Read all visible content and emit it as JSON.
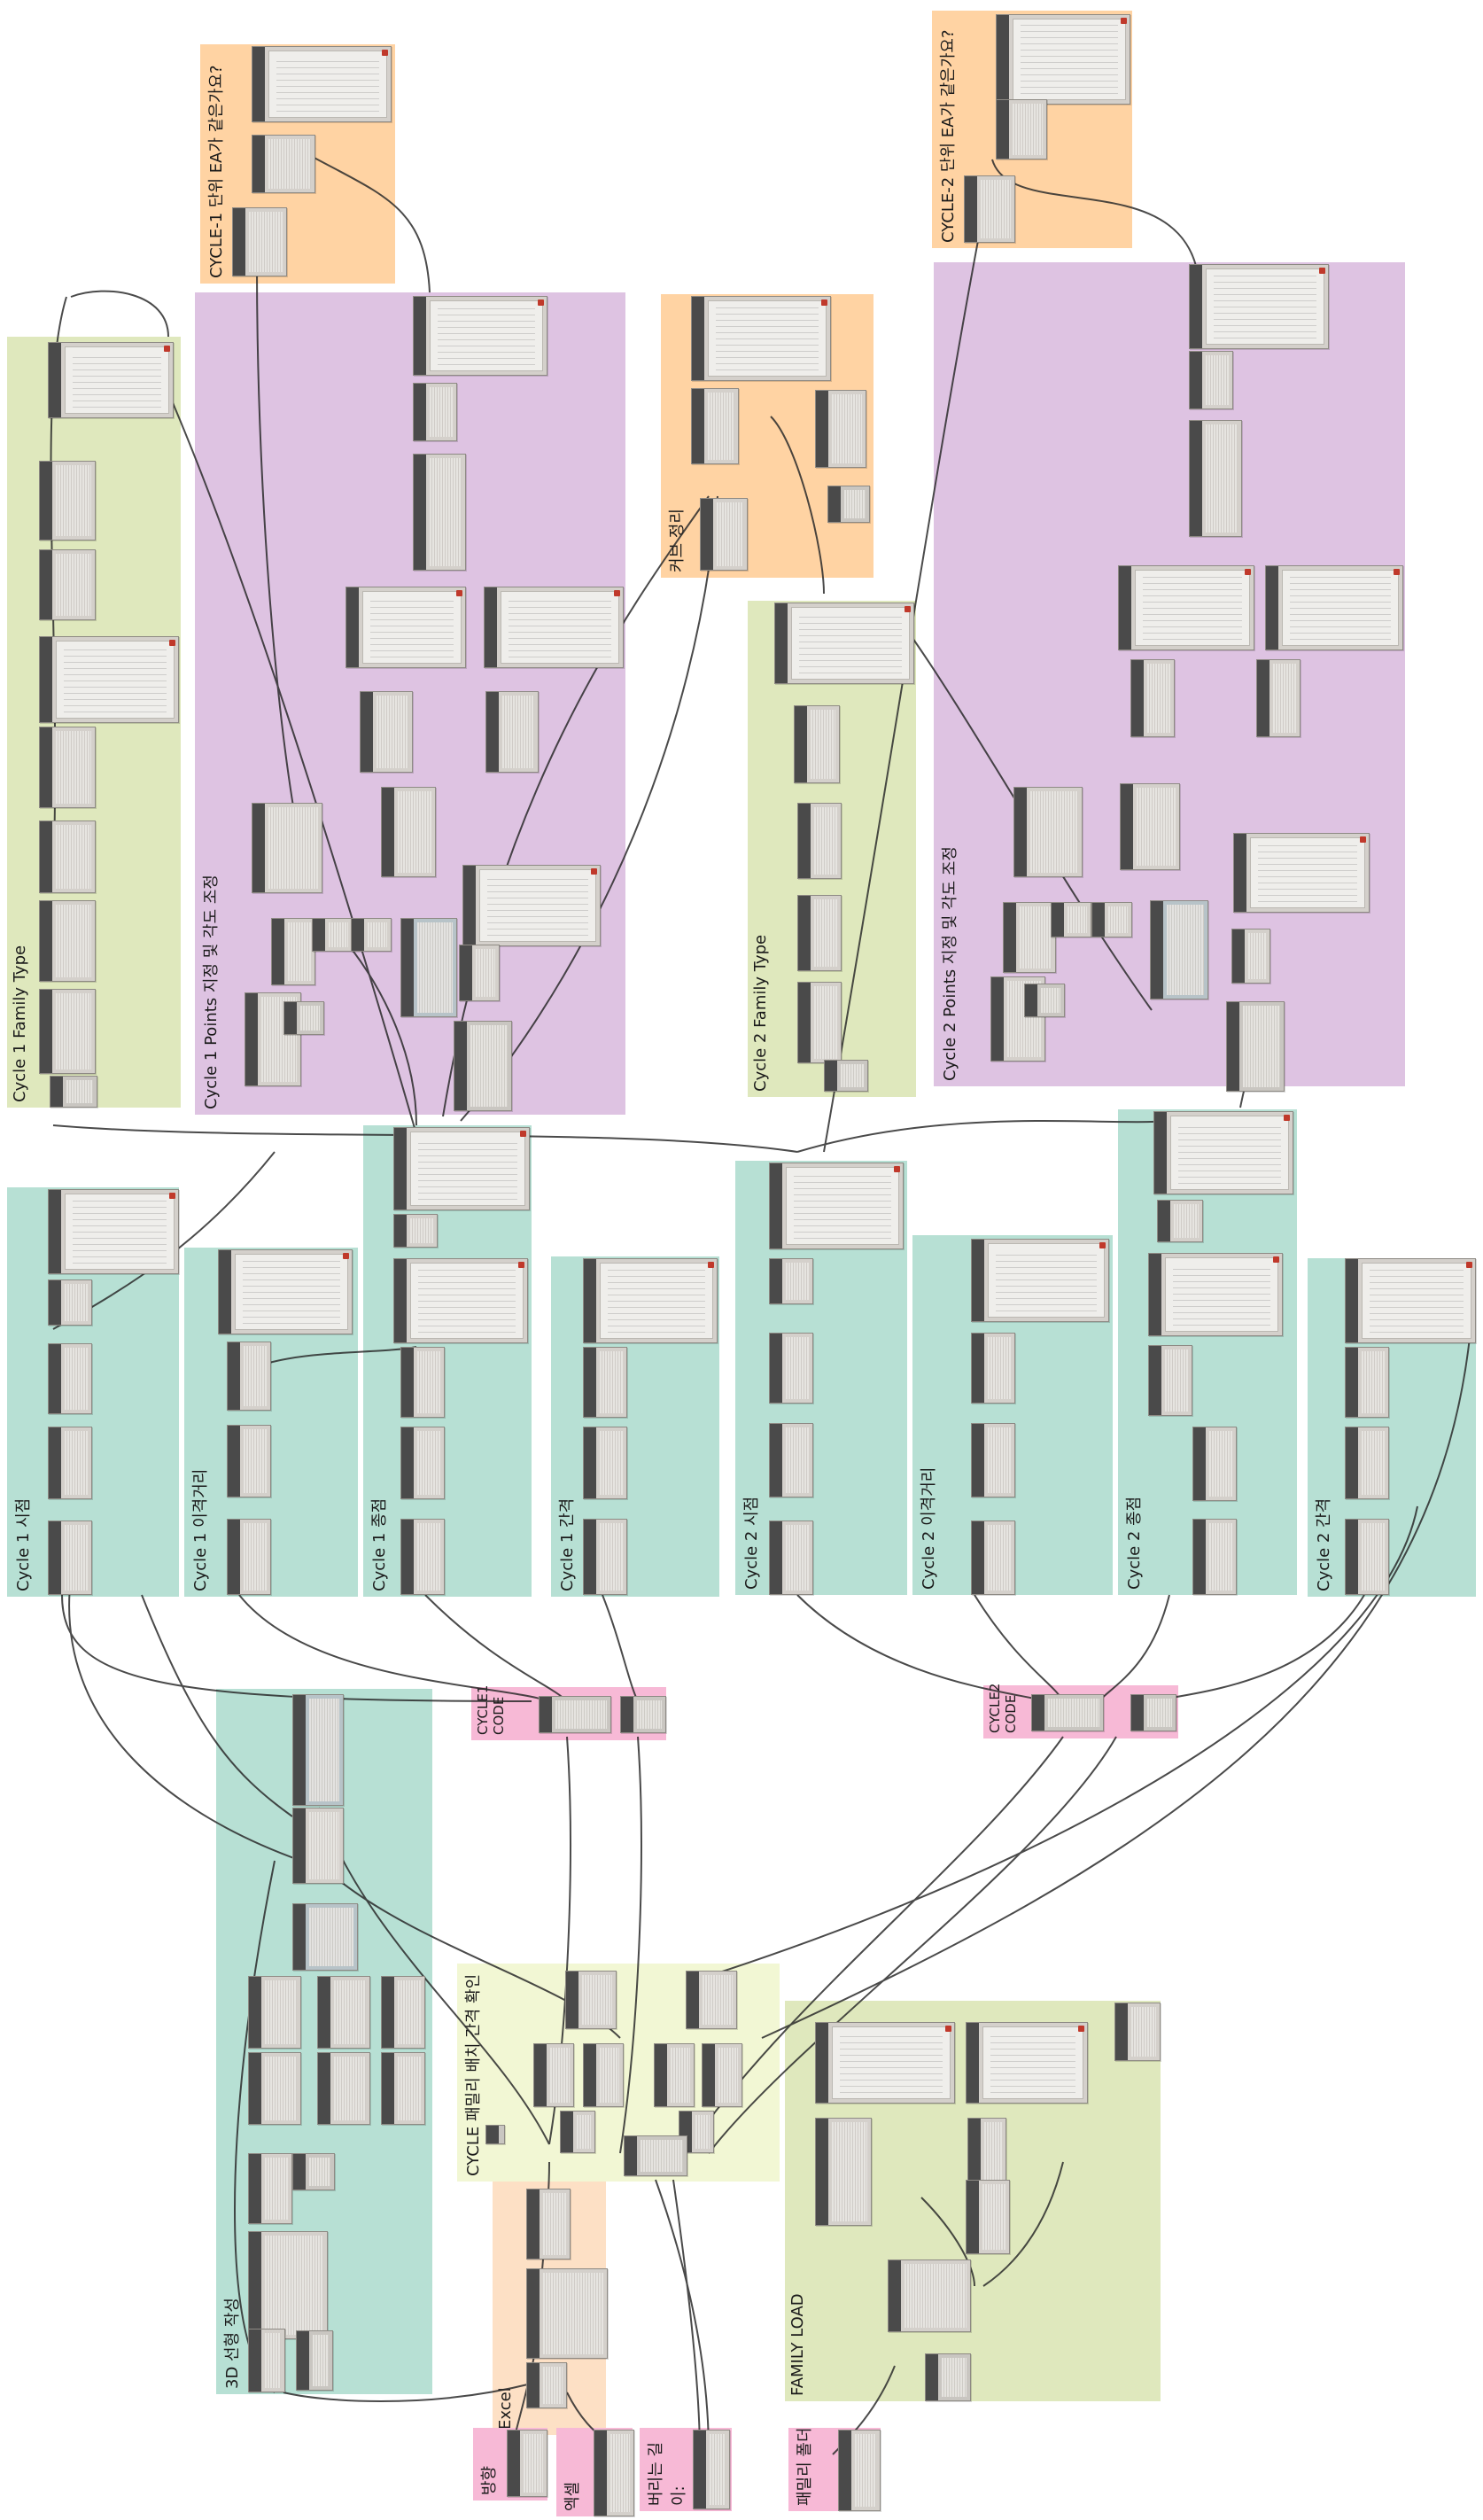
{
  "groups": [
    {
      "id": "cycle1-family-type",
      "label": "Cycle 1 Family Type",
      "color": "green"
    },
    {
      "id": "cycle1-points",
      "label": "Cycle 1 Points 지정 및 각도 조정",
      "color": "purple"
    },
    {
      "id": "cycle1-ea",
      "label": "CYCLE-1 단위 EA가 같은가요?",
      "color": "orange"
    },
    {
      "id": "curve-sort",
      "label": "커브 정리",
      "color": "orange"
    },
    {
      "id": "cycle2-family-type",
      "label": "Cycle 2 Family Type",
      "color": "green"
    },
    {
      "id": "cycle2-ea",
      "label": "CYCLE-2 단위 EA가 같은가요?",
      "color": "orange"
    },
    {
      "id": "cycle2-points",
      "label": "Cycle 2 Points 지정 및 각도 조정",
      "color": "purple"
    },
    {
      "id": "cycle1-start",
      "label": "Cycle 1 시점",
      "color": "teal"
    },
    {
      "id": "cycle1-offset",
      "label": "Cycle 1 이격거리",
      "color": "teal"
    },
    {
      "id": "cycle1-end",
      "label": "Cycle 1 종점",
      "color": "teal"
    },
    {
      "id": "cycle1-gap",
      "label": "Cycle 1 간격",
      "color": "teal"
    },
    {
      "id": "cycle2-start",
      "label": "Cycle 2 시점",
      "color": "teal"
    },
    {
      "id": "cycle2-offset",
      "label": "Cycle 2 이격거리",
      "color": "teal"
    },
    {
      "id": "cycle2-end",
      "label": "Cycle 2 종점",
      "color": "teal"
    },
    {
      "id": "cycle2-gap",
      "label": "Cycle 2 간격",
      "color": "teal"
    },
    {
      "id": "cycle1-code",
      "label": "CYCLE1 CODE",
      "color": "pink"
    },
    {
      "id": "cycle2-code",
      "label": "CYCLE2 CODE",
      "color": "pink"
    },
    {
      "id": "3d-line",
      "label": "3D 선형 작성",
      "color": "teal"
    },
    {
      "id": "cycle-family-check",
      "label": "CYCLE 패밀리 배치 간격 확인",
      "color": "lime"
    },
    {
      "id": "family-load",
      "label": "FAMILY LOAD",
      "color": "green"
    },
    {
      "id": "excel",
      "label": "Excel",
      "color": "peach"
    },
    {
      "id": "direction",
      "label": "방향",
      "color": "pink"
    },
    {
      "id": "excel-file",
      "label": "엑셀",
      "color": "pink"
    },
    {
      "id": "discard-length",
      "label": "버리는 길이:",
      "color": "pink"
    },
    {
      "id": "family-folder",
      "label": "패밀리 폴더",
      "color": "pink"
    }
  ],
  "colors": {
    "green": "#dfe8bd",
    "purple": "#dec3e2",
    "orange": "#ffd3a3",
    "teal": "#b7e0d4",
    "pink": "#f7b9d6",
    "lime": "#f2f7d4",
    "peach": "#fde0c5",
    "wire": "#2b2b2b",
    "node": "#d4d0cb",
    "node_header": "#4a4a4a"
  }
}
